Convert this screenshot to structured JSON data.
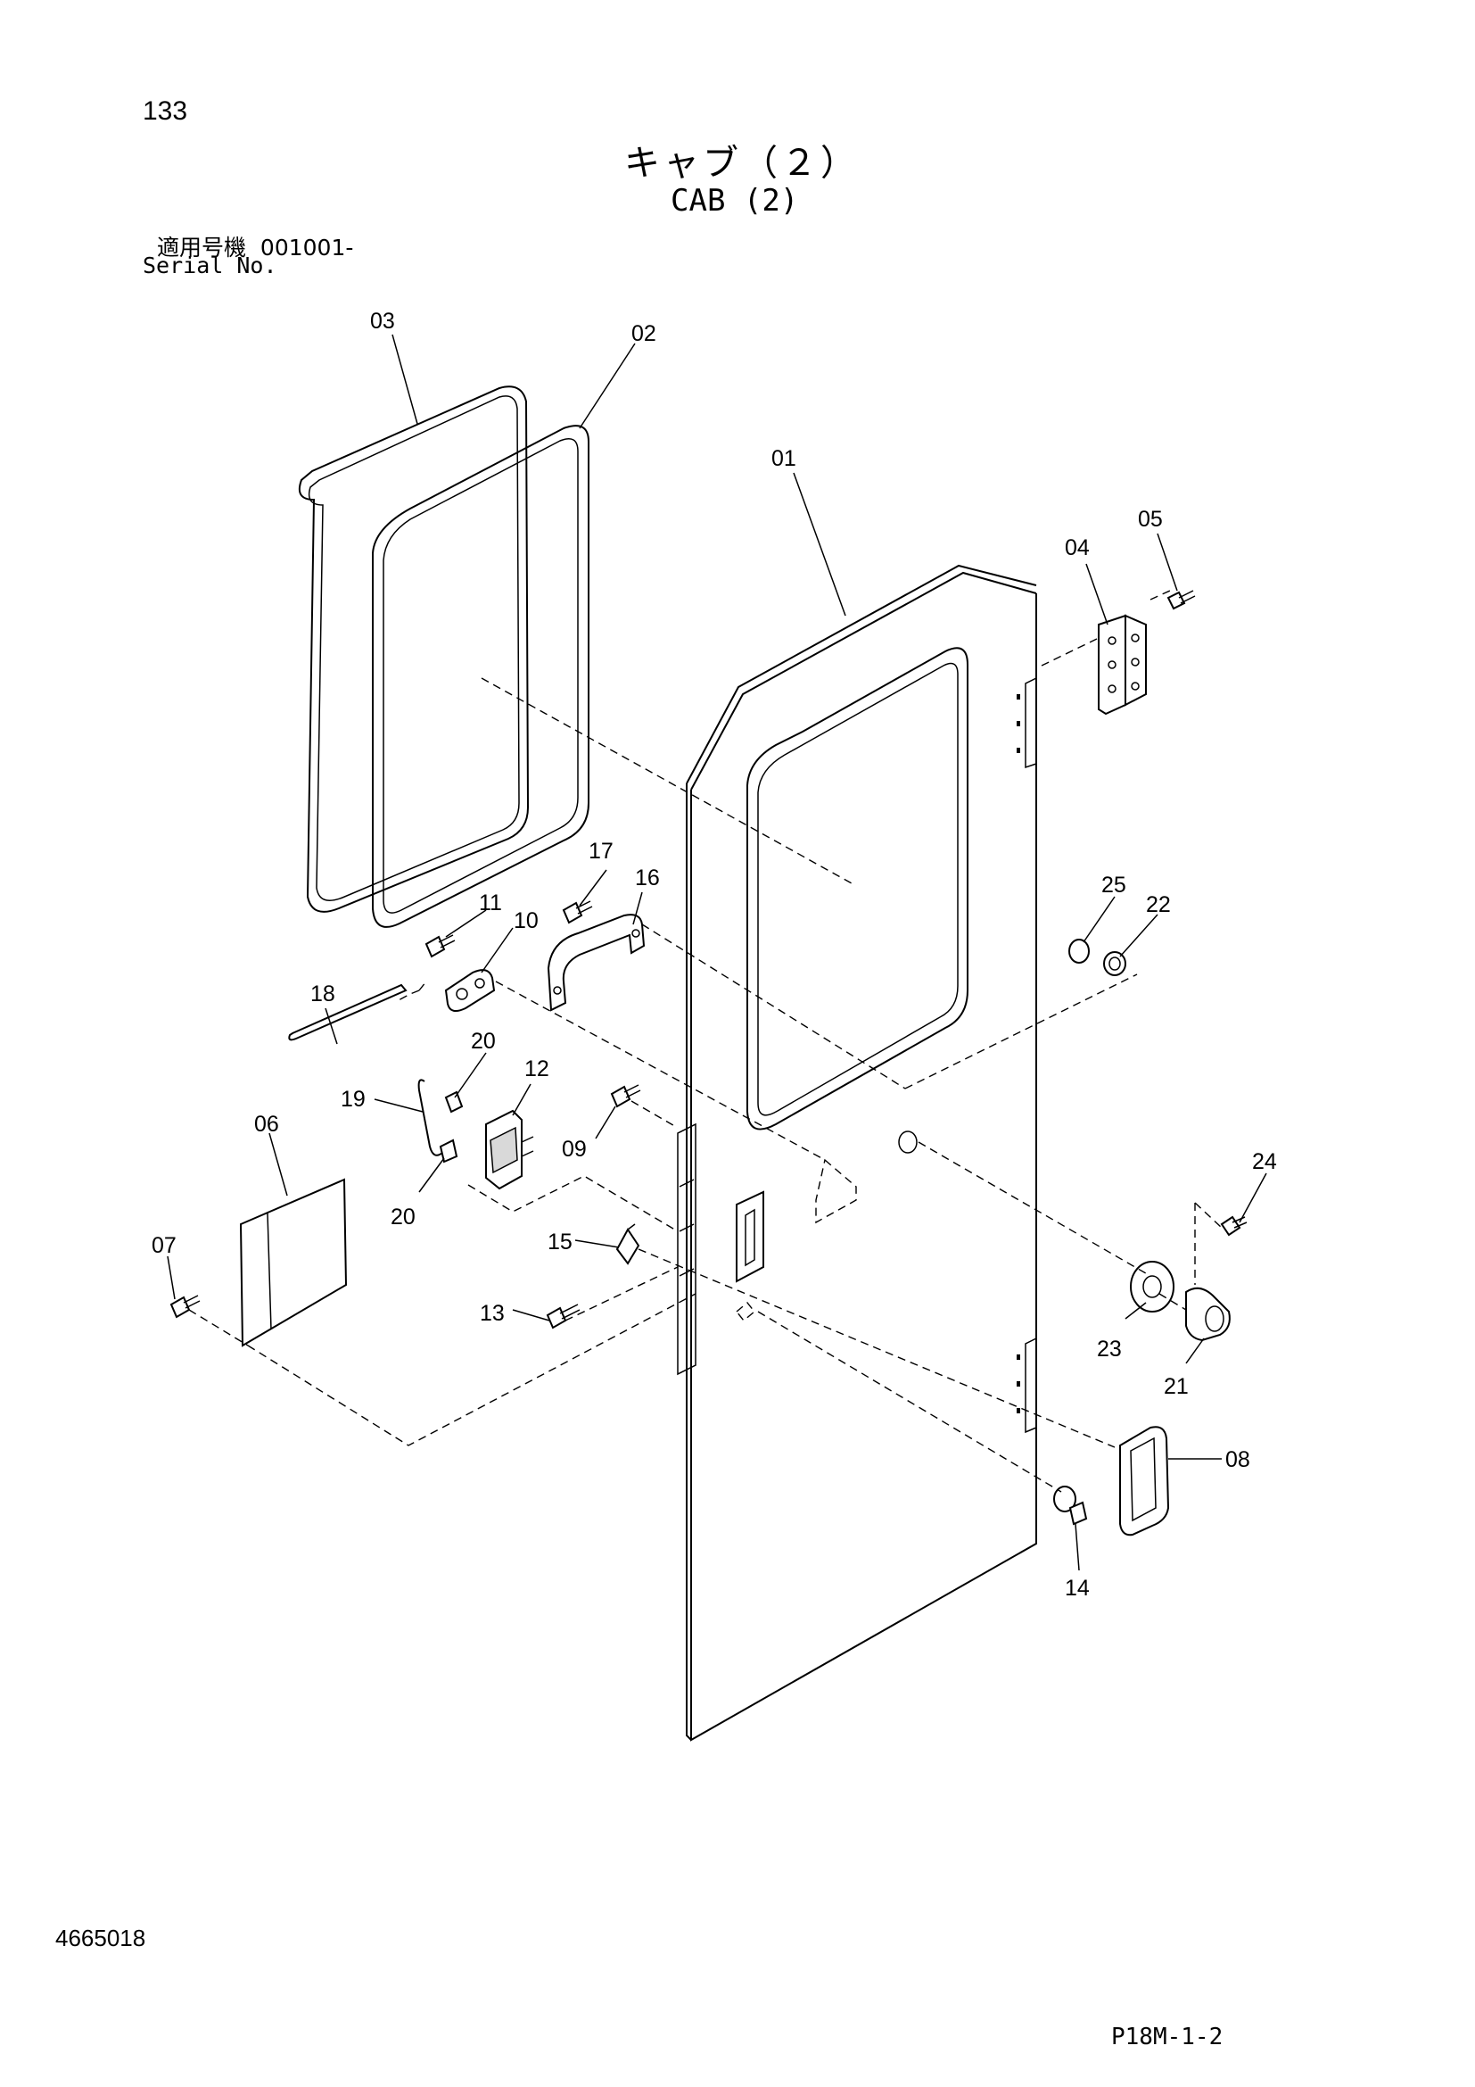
{
  "page": {
    "number": "133",
    "title_jp": "キャブ（２）",
    "title_en": "CAB (2)",
    "serial_label_jp": "適用号機",
    "serial_value": "001001-",
    "serial_label_en": "Serial No.",
    "catalog_number": "4665018",
    "page_code": "P18M-1-2"
  },
  "callouts": [
    {
      "id": "01",
      "part": "door-panel"
    },
    {
      "id": "02",
      "part": "window-glass"
    },
    {
      "id": "03",
      "part": "window-seal"
    },
    {
      "id": "04",
      "part": "hinge"
    },
    {
      "id": "05",
      "part": "hinge-bolt"
    },
    {
      "id": "06",
      "part": "cover-plate"
    },
    {
      "id": "07",
      "part": "cover-bolt"
    },
    {
      "id": "08",
      "part": "inner-handle"
    },
    {
      "id": "09",
      "part": "lock-bolt"
    },
    {
      "id": "10",
      "part": "latch-bracket"
    },
    {
      "id": "11",
      "part": "bracket-bolt"
    },
    {
      "id": "12",
      "part": "door-lock"
    },
    {
      "id": "13",
      "part": "striker-bolt"
    },
    {
      "id": "14",
      "part": "door-stopper"
    },
    {
      "id": "15",
      "part": "clip"
    },
    {
      "id": "16",
      "part": "grip-handle"
    },
    {
      "id": "17",
      "part": "handle-bolt"
    },
    {
      "id": "18",
      "part": "rod"
    },
    {
      "id": "19",
      "part": "link-rod"
    },
    {
      "id": "20",
      "part": "rod-clip"
    },
    {
      "id": "21",
      "part": "outer-lock-cylinder"
    },
    {
      "id": "22",
      "part": "nut"
    },
    {
      "id": "23",
      "part": "escutcheon-plate"
    },
    {
      "id": "24",
      "part": "escutcheon-screw"
    },
    {
      "id": "25",
      "part": "o-ring"
    }
  ]
}
